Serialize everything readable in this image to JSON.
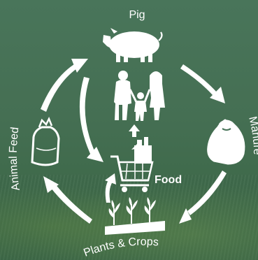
{
  "diagram": {
    "labels": {
      "pig": "Pig",
      "manure": "Manure",
      "plants_crops": "Plants & Crops",
      "animal_feed": "Animal Feed",
      "food": "Food"
    }
  }
}
